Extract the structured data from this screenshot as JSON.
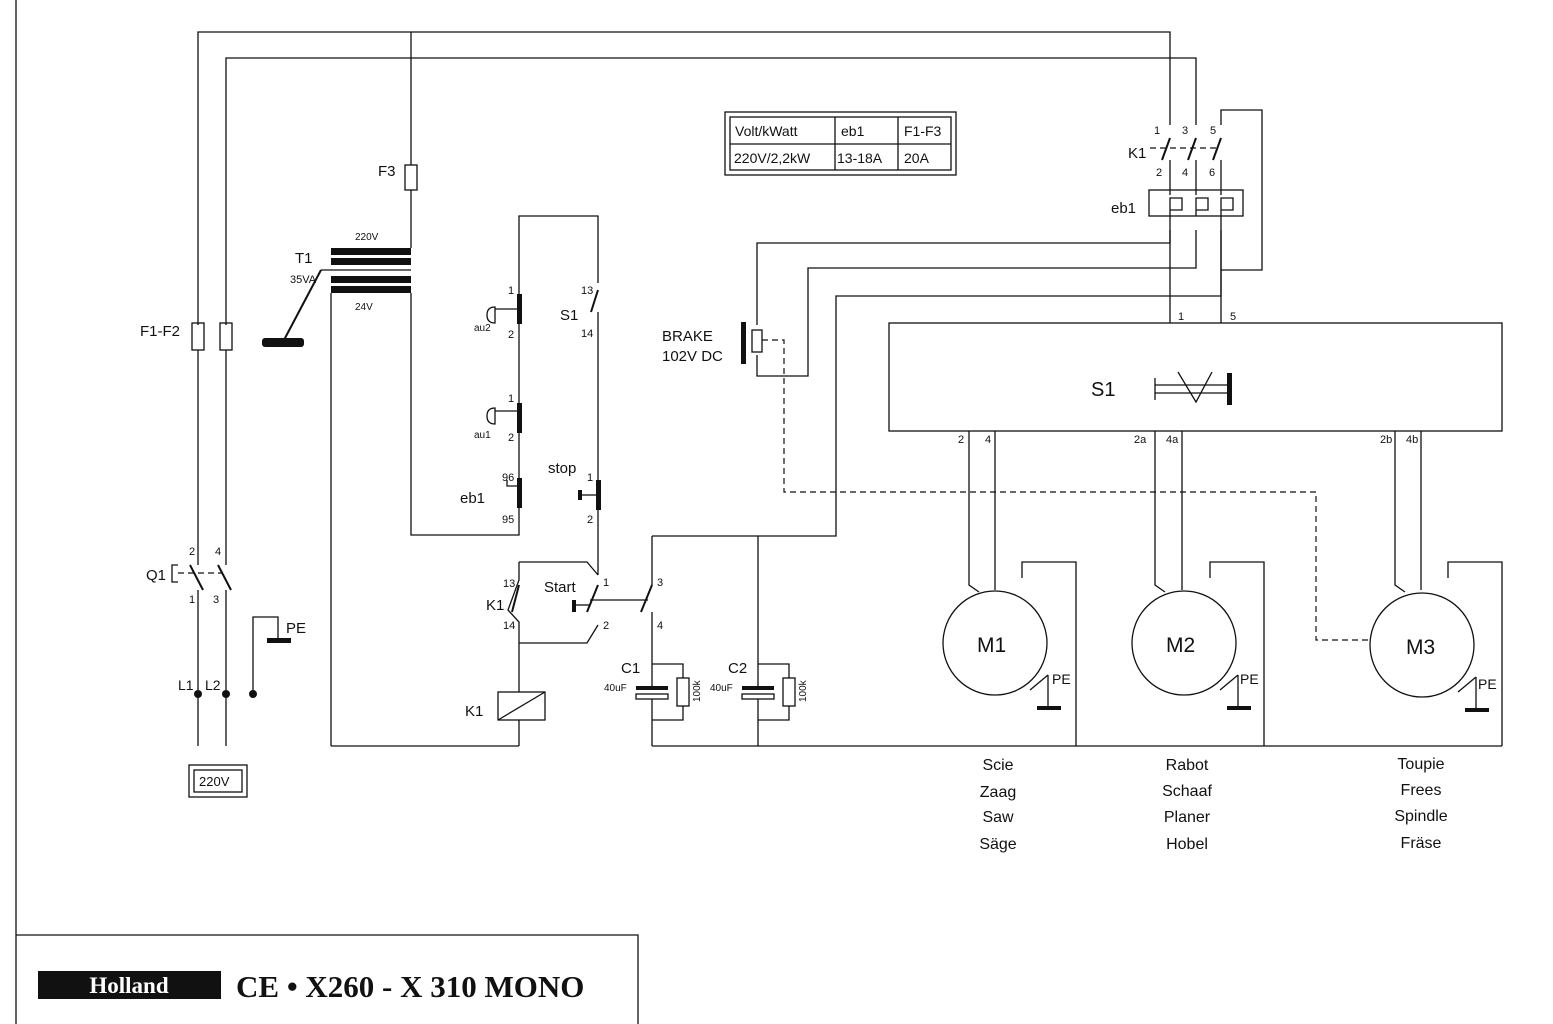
{
  "ratings_table": {
    "header": [
      "Volt/kWatt",
      "eb1",
      "F1-F3"
    ],
    "row": [
      "220V/2,2kW",
      "13-18A",
      "20A"
    ]
  },
  "labels": {
    "f3": "F3",
    "t1": "T1",
    "t1_va": "35VA",
    "t1_primary": "220V",
    "t1_secondary": "24V",
    "f1f2": "F1-F2",
    "q1": "Q1",
    "pe": "PE",
    "l1": "L1",
    "l2": "L2",
    "supply": "220V",
    "au2": "au2",
    "au1": "au1",
    "eb1": "eb1",
    "s1": "S1",
    "stop": "stop",
    "start": "Start",
    "k1": "K1",
    "c1": "C1",
    "c2": "C2",
    "cap": "40uF",
    "res": "100k",
    "brake_line1": "BRAKE",
    "brake_line2": "102V DC",
    "s1_main": "S1",
    "m1": "M1",
    "m2": "M2",
    "m3": "M3"
  },
  "terminals": {
    "q1": [
      "2",
      "4",
      "1",
      "3"
    ],
    "au2": [
      "1",
      "2"
    ],
    "au1": [
      "1",
      "2"
    ],
    "eb1_aux": [
      "96",
      "95"
    ],
    "s1_aux": [
      "13",
      "14"
    ],
    "stop": [
      "1",
      "2"
    ],
    "k1_aux": [
      "13",
      "14"
    ],
    "start": [
      "1",
      "3",
      "2",
      "4"
    ],
    "k1_main_top": [
      "1",
      "3",
      "5"
    ],
    "k1_main_bottom": [
      "2",
      "4",
      "6"
    ],
    "s1_in": [
      "1",
      "5"
    ],
    "s1_out": [
      "2",
      "4",
      "2a",
      "4a",
      "2b",
      "4b"
    ]
  },
  "motors": {
    "m1": [
      "Scie",
      "Zaag",
      "Saw",
      "Säge"
    ],
    "m2": [
      "Rabot",
      "Schaaf",
      "Planer",
      "Hobel"
    ],
    "m3": [
      "Toupie",
      "Frees",
      "Spindle",
      "Fräse"
    ]
  },
  "title_block": {
    "brand": "Holland",
    "model": "CE • X260 - X 310 MONO"
  }
}
